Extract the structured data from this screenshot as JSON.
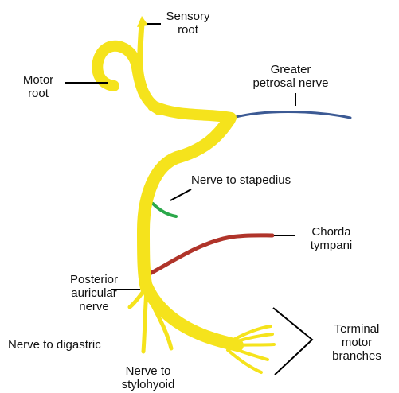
{
  "colors": {
    "nerve_fill": "#F5E31C",
    "nerve_outline": "#C9B400",
    "greater_petrosal": "#3C5A94",
    "stapedius": "#2BA84A",
    "chorda_tympani": "#B0342A",
    "leader_line": "#000000",
    "background": "#FFFFFF"
  },
  "labels": {
    "sensory_root": "Sensory\nroot",
    "motor_root": "Motor\nroot",
    "greater_petrosal_nerve": "Greater\npetrosal nerve",
    "nerve_to_stapedius": "Nerve to stapedius",
    "chorda_tympani": "Chorda\ntympani",
    "posterior_auricular_nerve": "Posterior\nauricular\nnerve",
    "nerve_to_digastric": "Nerve to digastric",
    "nerve_to_stylohyoid": "Nerve to\nstylohyoid",
    "terminal_motor_branches": "Terminal\nmotor\nbranches"
  }
}
